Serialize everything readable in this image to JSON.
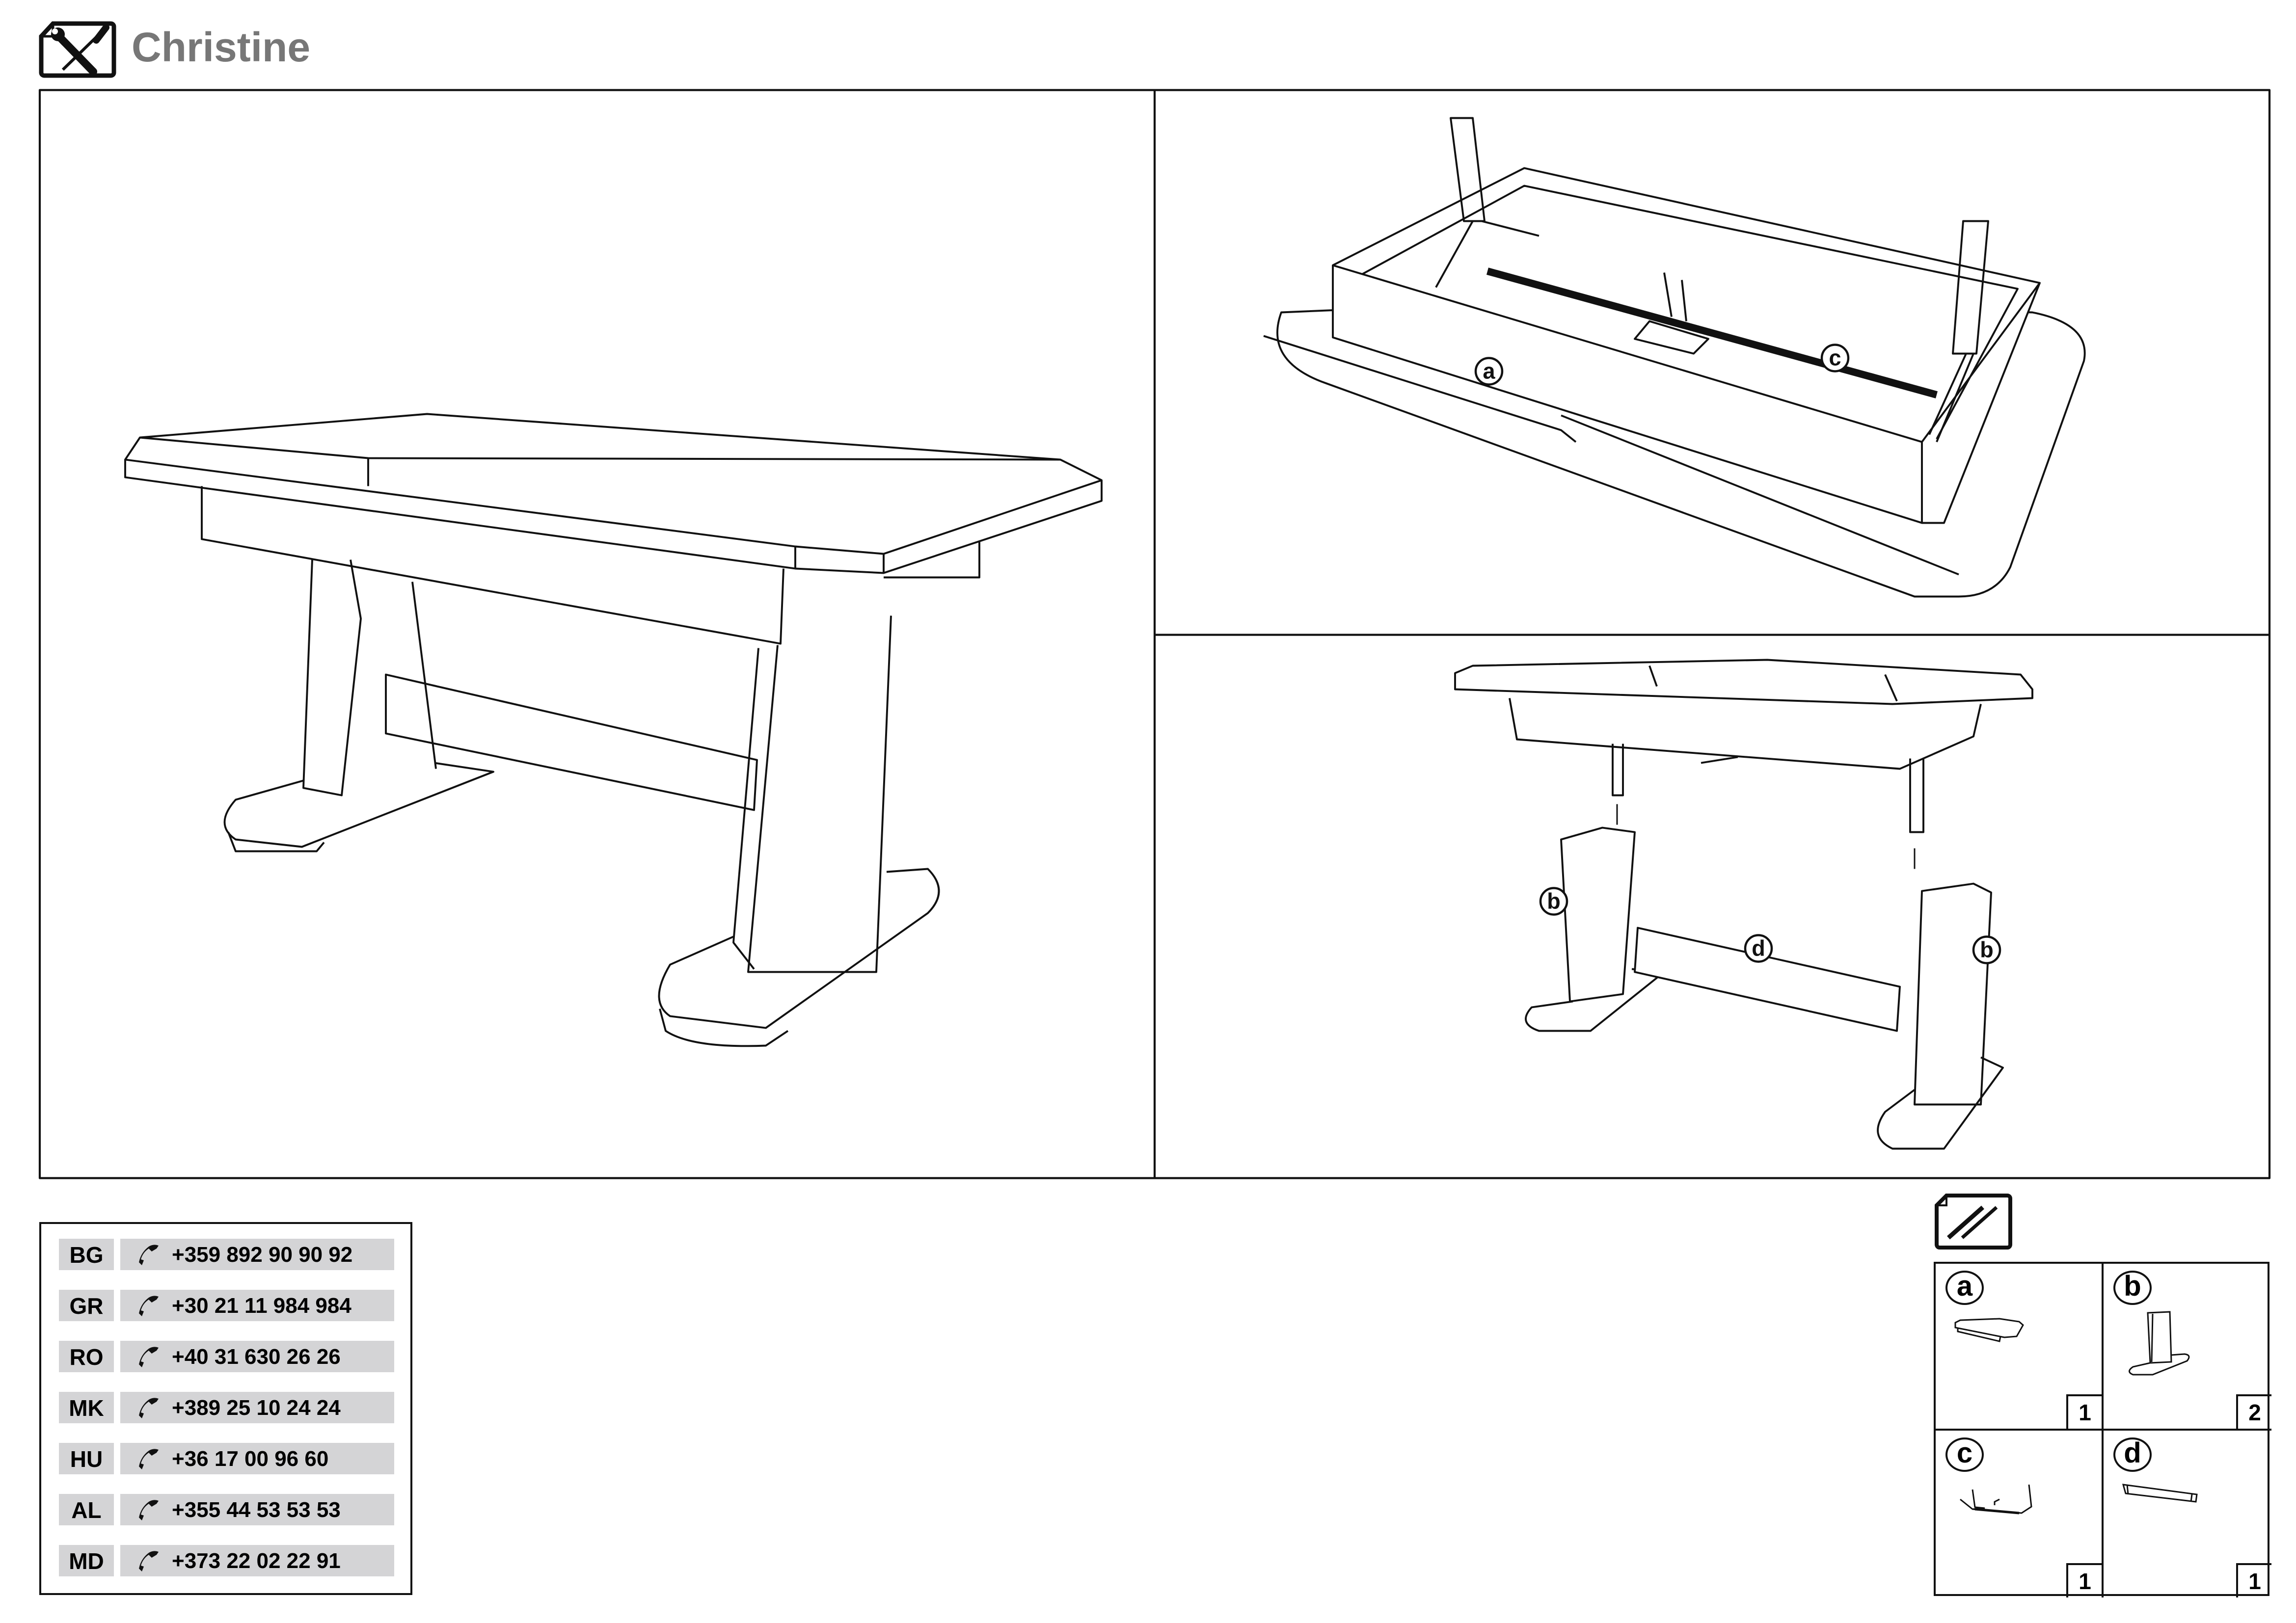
{
  "header": {
    "title": "Christine",
    "icon": "tools-icon"
  },
  "diagram_labels": {
    "a": "a",
    "b": "b",
    "c": "c",
    "d": "d"
  },
  "contacts": [
    {
      "code": "BG",
      "phone": "+359 892 90 90 92"
    },
    {
      "code": "GR",
      "phone": "+30 21 11 984 984"
    },
    {
      "code": "RO",
      "phone": "+40 31 630 26 26"
    },
    {
      "code": "MK",
      "phone": "+389 25 10 24 24"
    },
    {
      "code": "HU",
      "phone": "+36 17 00 96 60"
    },
    {
      "code": "AL",
      "phone": "+355 44 53 53 53"
    },
    {
      "code": "MD",
      "phone": "+373 22 02 22 91"
    }
  ],
  "parts": {
    "icon": "screws-icon",
    "items": [
      {
        "letter": "a",
        "qty": "1"
      },
      {
        "letter": "b",
        "qty": "2"
      },
      {
        "letter": "c",
        "qty": "1"
      },
      {
        "letter": "d",
        "qty": "1"
      }
    ]
  }
}
